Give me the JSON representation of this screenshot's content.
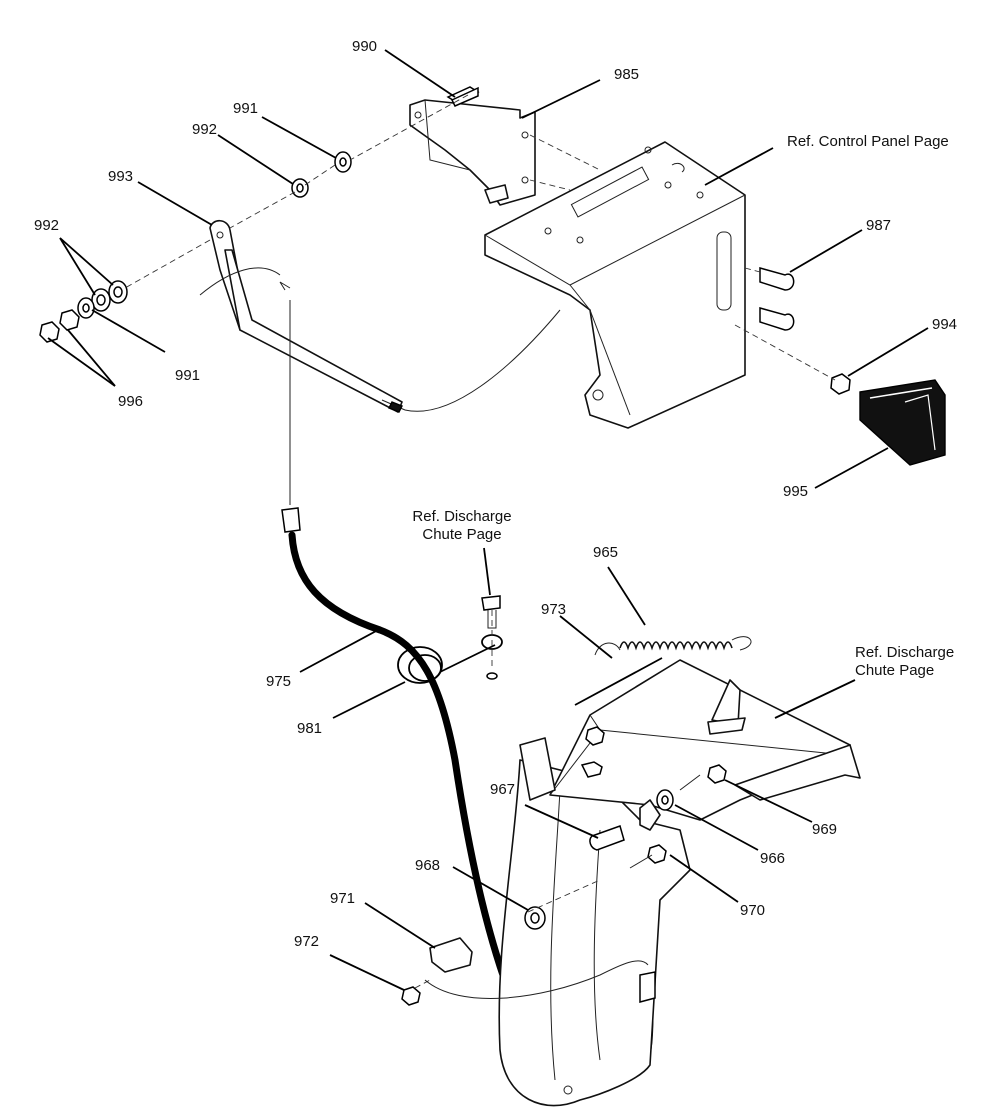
{
  "part_labels": [
    {
      "id": "990",
      "text": "990"
    },
    {
      "id": "985",
      "text": "985"
    },
    {
      "id": "991a",
      "text": "991"
    },
    {
      "id": "992a",
      "text": "992"
    },
    {
      "id": "993",
      "text": "993"
    },
    {
      "id": "992b",
      "text": "992"
    },
    {
      "id": "991b",
      "text": "991"
    },
    {
      "id": "996",
      "text": "996"
    },
    {
      "id": "987",
      "text": "987"
    },
    {
      "id": "994",
      "text": "994"
    },
    {
      "id": "995",
      "text": "995"
    },
    {
      "id": "965",
      "text": "965"
    },
    {
      "id": "973",
      "text": "973"
    },
    {
      "id": "975",
      "text": "975"
    },
    {
      "id": "981",
      "text": "981"
    },
    {
      "id": "967",
      "text": "967"
    },
    {
      "id": "966",
      "text": "966"
    },
    {
      "id": "969",
      "text": "969"
    },
    {
      "id": "968",
      "text": "968"
    },
    {
      "id": "970",
      "text": "970"
    },
    {
      "id": "971",
      "text": "971"
    },
    {
      "id": "972",
      "text": "972"
    }
  ],
  "references": {
    "control_panel": "Ref. Control Panel Page",
    "discharge_chute_left_line1": "Ref. Discharge",
    "discharge_chute_left_line2": "Chute Page",
    "discharge_chute_right_line1": "Ref. Discharge",
    "discharge_chute_right_line2": "Chute Page"
  }
}
